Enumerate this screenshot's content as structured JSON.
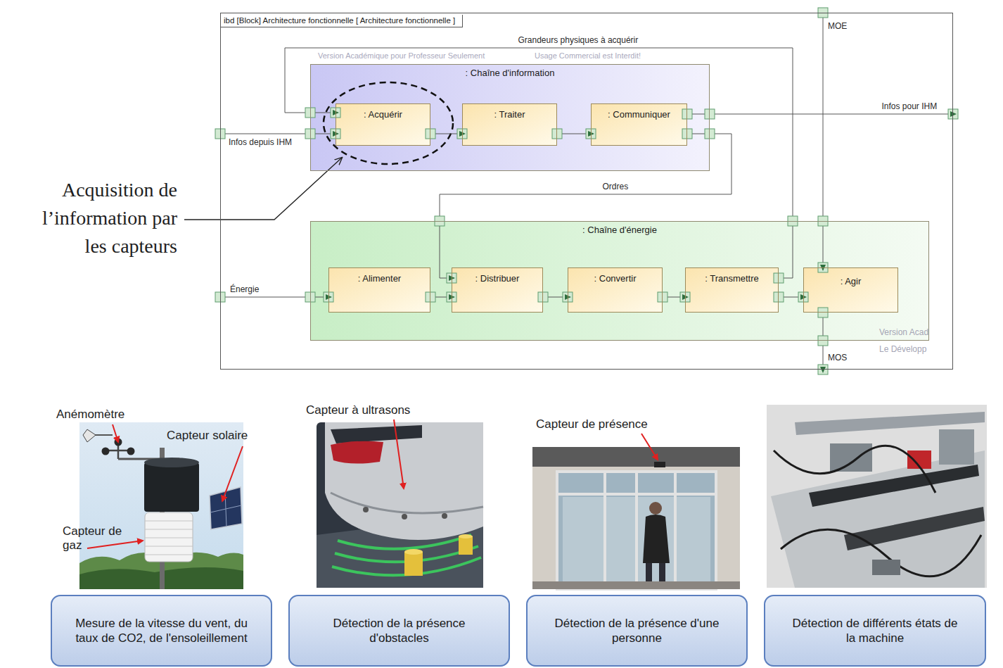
{
  "diagram": {
    "nodes": [
      {
        "text": [
          "ibd [Block] Architecture fonctionnelle [ Architecture fonctionnelle ]"
        ]
      },
      {
        "text": [
          ": Chaîne d'information"
        ],
        "in": 0
      },
      {
        "text": [
          ": Acquérir"
        ],
        "in": 1
      },
      {
        "text": [
          ": Traiter"
        ],
        "in": 1
      },
      {
        "text": [
          ": Communiquer"
        ],
        "in": 1
      },
      {
        "text": [
          ": Chaîne d'énergie"
        ],
        "in": 0
      },
      {
        "text": [
          ": Alimenter"
        ],
        "in": 5
      },
      {
        "text": [
          ": Distribuer"
        ],
        "in": 5
      },
      {
        "text": [
          ": Convertir"
        ],
        "in": 5
      },
      {
        "text": [
          ": Transmettre"
        ],
        "in": 5
      },
      {
        "text": [
          ": Agir"
        ],
        "in": 5
      },
      {
        "text": [
          "Mesure de la vitesse du vent, du taux de CO2, de l'ensoleillement"
        ]
      },
      {
        "text": [
          "Détection de la présence d'obstacles"
        ]
      },
      {
        "text": [
          "Détection de la présence d'une personne"
        ]
      },
      {
        "text": [
          "Détection de différents états de la machine"
        ]
      }
    ],
    "edges": [
      {
        "from": 2,
        "to": 3,
        "arrow": "to"
      },
      {
        "from": 3,
        "to": 4,
        "arrow": "to"
      },
      {
        "from": 6,
        "to": 7,
        "arrow": "to"
      },
      {
        "from": 7,
        "to": 8,
        "arrow": "to"
      },
      {
        "from": 8,
        "to": 9,
        "arrow": "to"
      },
      {
        "from": 9,
        "to": 10,
        "arrow": "to"
      },
      {
        "from": 0,
        "to": 2,
        "label": "Infos depuis IHM",
        "arrow": "to"
      },
      {
        "from": 9,
        "to": 2,
        "label": "Grandeurs physiques à acquérir",
        "arrow": "to"
      },
      {
        "from": 4,
        "to": 0,
        "label": "Infos pour IHM",
        "arrow": "to"
      },
      {
        "from": 4,
        "to": 7,
        "label": "Ordres",
        "arrow": "to"
      },
      {
        "from": 0,
        "to": 6,
        "label": "Énergie",
        "arrow": "to"
      },
      {
        "from": 0,
        "to": 10,
        "label": "MOE",
        "arrow": "to"
      },
      {
        "from": 10,
        "to": 0,
        "label": "MOS",
        "arrow": "to"
      }
    ],
    "labels": [
      "Acquisition de l’information par les capteurs",
      "Version Académique pour Professeur Seulement",
      "Usage Commercial est Interdit!",
      "Version Acad",
      "Le Développ",
      "Anémomètre",
      "Capteur solaire",
      "Capteur de gaz",
      "Capteur à ultrasons",
      "Capteur de présence"
    ]
  }
}
